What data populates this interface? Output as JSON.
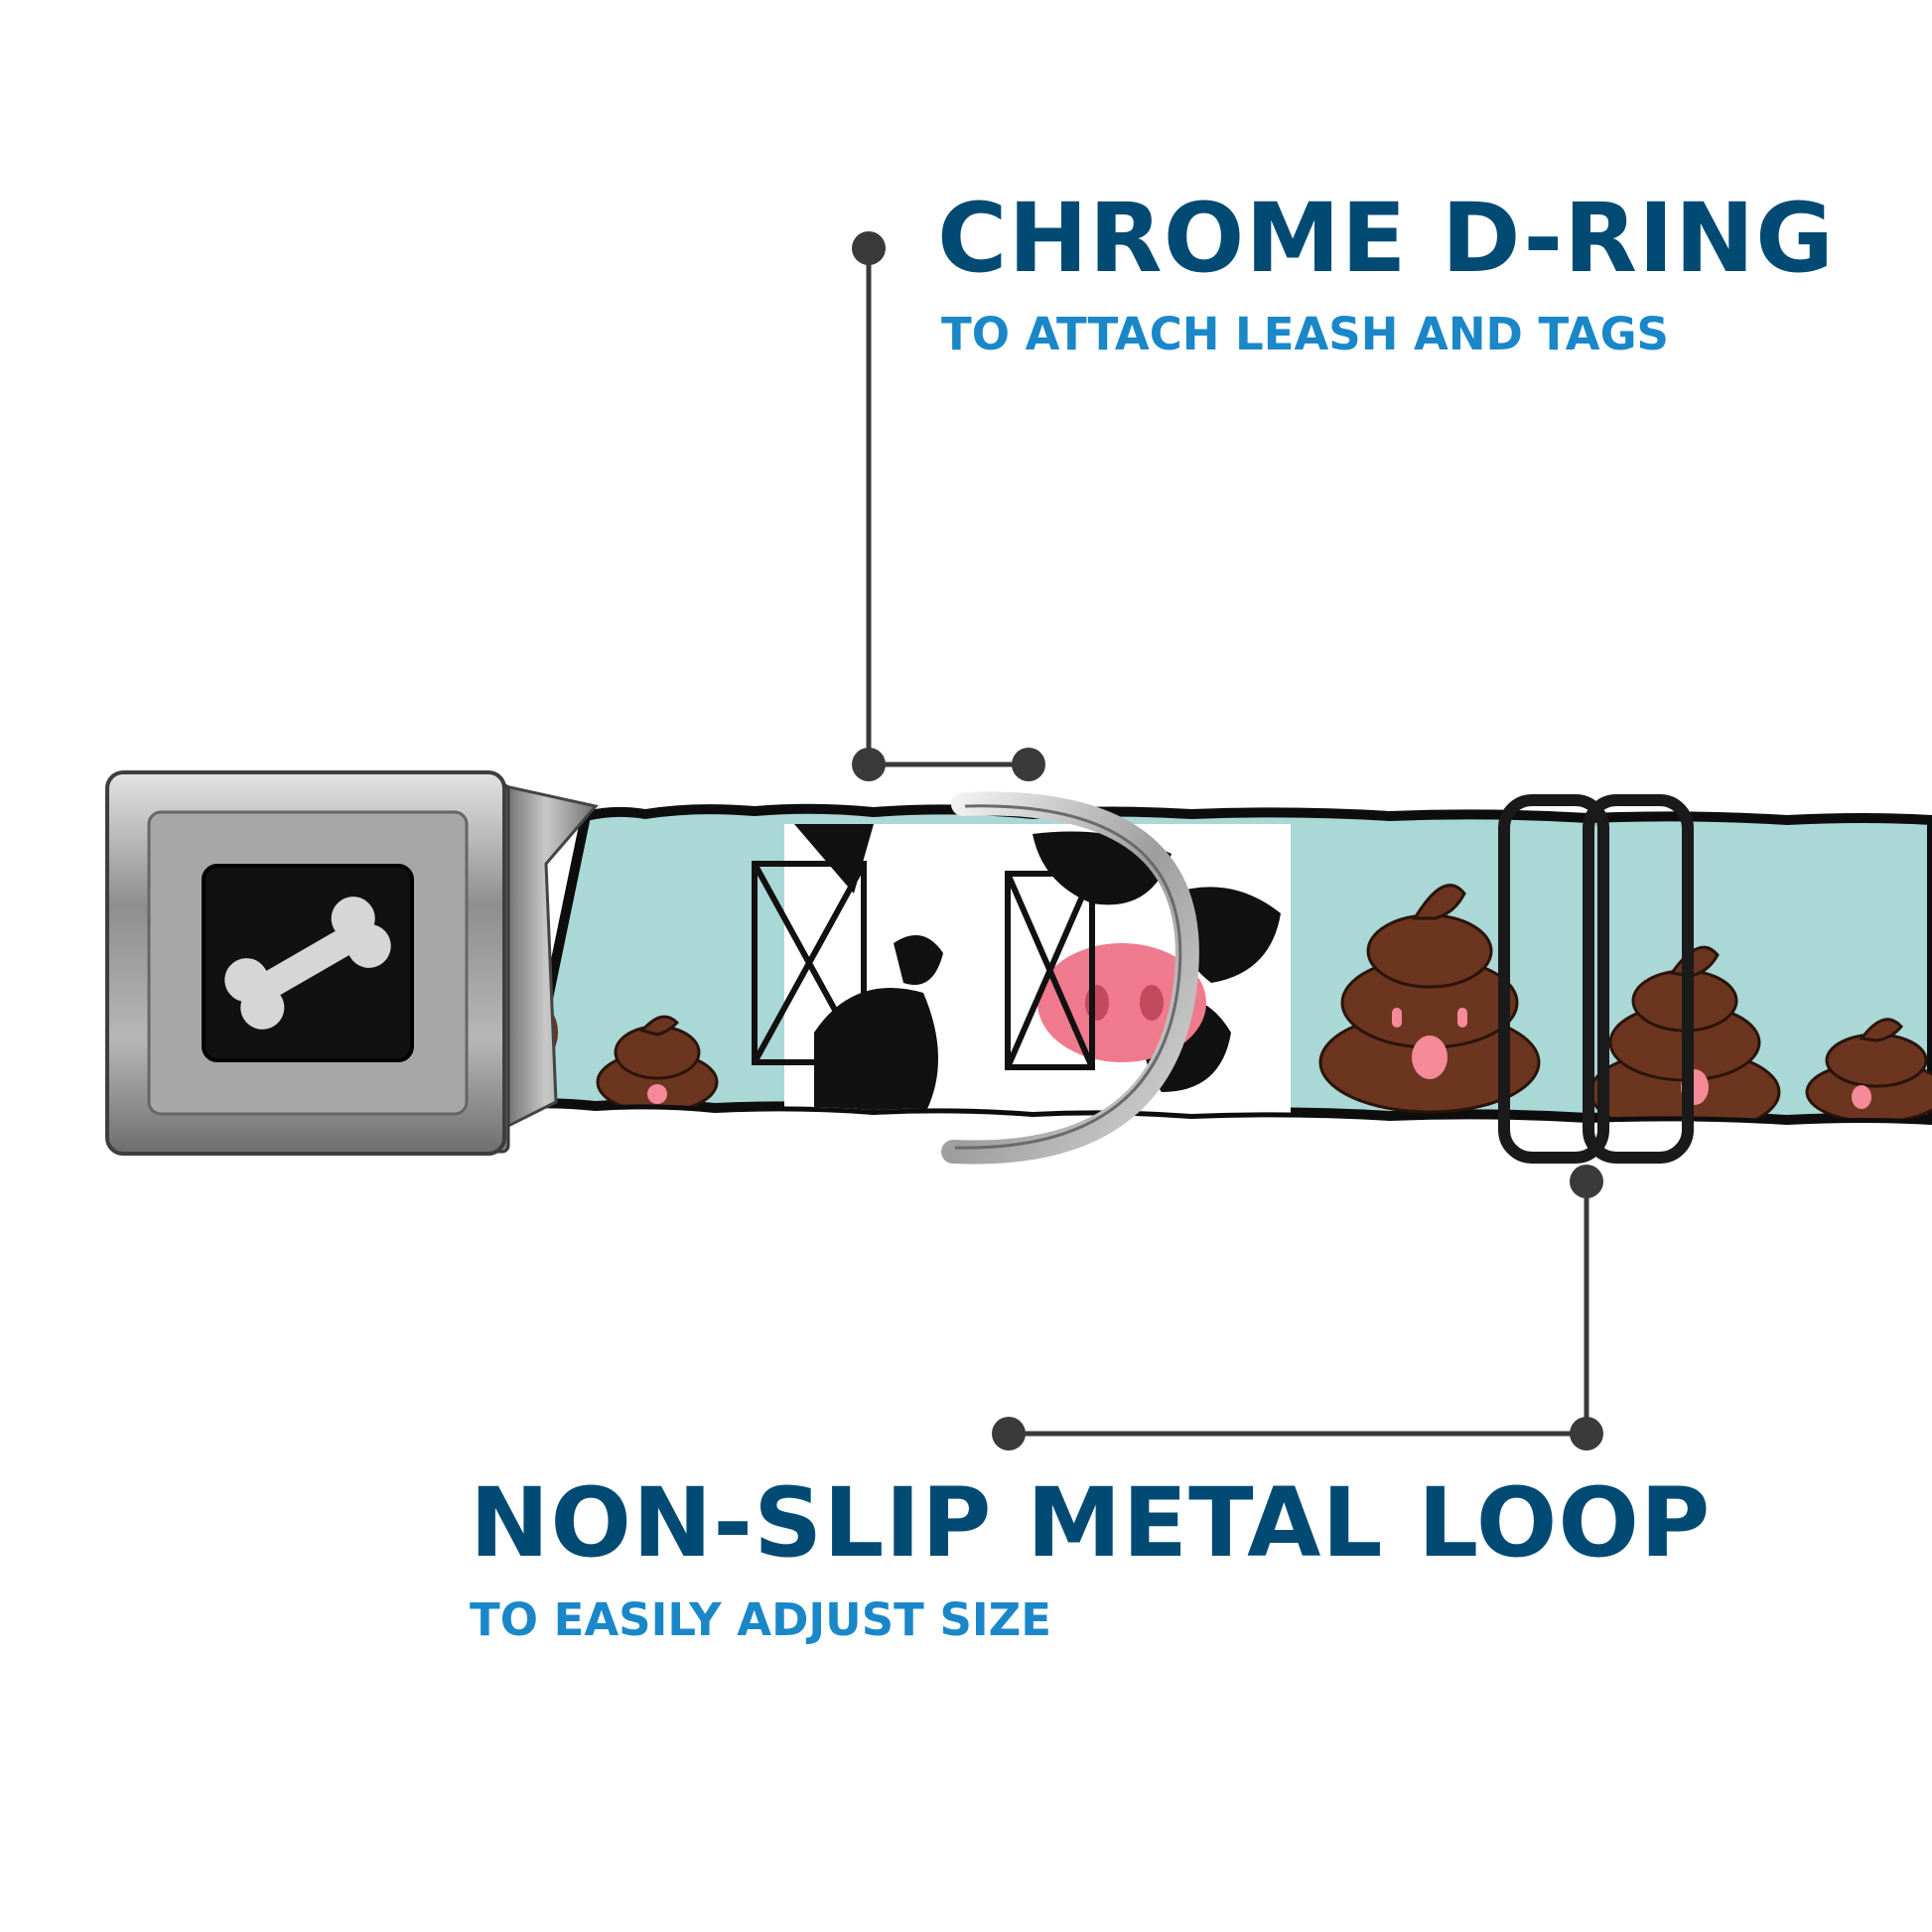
{
  "callouts": {
    "dring": {
      "title": "CHROME D-RING",
      "subtitle": "TO ATTACH LEASH AND TAGS"
    },
    "loop": {
      "title": "NON-SLIP METAL LOOP",
      "subtitle": "TO EASILY ADJUST SIZE"
    }
  },
  "colors": {
    "title": "#004a74",
    "subtitle": "#1a87c9",
    "leader": "#3a3a3a",
    "strap": "#a9d8d6",
    "strap_edge": "#0d0d0d",
    "poop": "#6b3520",
    "buckle": "#9a9a9a"
  },
  "icons": {
    "buckle_logo": "bone-icon"
  }
}
